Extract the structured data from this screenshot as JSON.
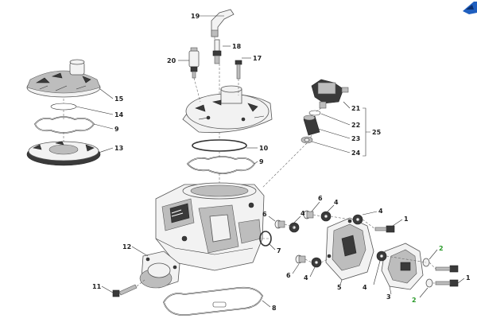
{
  "callouts": [
    {
      "id": "c19",
      "label": "19",
      "highlight": false
    },
    {
      "id": "c18",
      "label": "18",
      "highlight": false
    },
    {
      "id": "c17",
      "label": "17",
      "highlight": false
    },
    {
      "id": "c20",
      "label": "20",
      "highlight": false
    },
    {
      "id": "c15",
      "label": "15",
      "highlight": false
    },
    {
      "id": "c14",
      "label": "14",
      "highlight": false
    },
    {
      "id": "c9a",
      "label": "9",
      "highlight": false
    },
    {
      "id": "c13",
      "label": "13",
      "highlight": false
    },
    {
      "id": "c10",
      "label": "10",
      "highlight": false
    },
    {
      "id": "c9b",
      "label": "9",
      "highlight": false
    },
    {
      "id": "c21",
      "label": "21",
      "highlight": false
    },
    {
      "id": "c22",
      "label": "22",
      "highlight": false
    },
    {
      "id": "c23",
      "label": "23",
      "highlight": false
    },
    {
      "id": "c24",
      "label": "24",
      "highlight": false
    },
    {
      "id": "c25",
      "label": "25",
      "highlight": false
    },
    {
      "id": "c6a",
      "label": "6",
      "highlight": false
    },
    {
      "id": "c4a",
      "label": "4",
      "highlight": false
    },
    {
      "id": "c6b",
      "label": "6",
      "highlight": false
    },
    {
      "id": "c4b",
      "label": "4",
      "highlight": false
    },
    {
      "id": "c4c",
      "label": "4",
      "highlight": false
    },
    {
      "id": "c1a",
      "label": "1",
      "highlight": false
    },
    {
      "id": "c7",
      "label": "7",
      "highlight": false
    },
    {
      "id": "c12",
      "label": "12",
      "highlight": false
    },
    {
      "id": "c2a",
      "label": "2",
      "highlight": true
    },
    {
      "id": "c6c",
      "label": "6",
      "highlight": false
    },
    {
      "id": "c4d",
      "label": "4",
      "highlight": false
    },
    {
      "id": "c5",
      "label": "5",
      "highlight": false
    },
    {
      "id": "c4e",
      "label": "4",
      "highlight": false
    },
    {
      "id": "c1b",
      "label": "1",
      "highlight": false
    },
    {
      "id": "c11",
      "label": "11",
      "highlight": false
    },
    {
      "id": "c3",
      "label": "3",
      "highlight": false
    },
    {
      "id": "c2b",
      "label": "2",
      "highlight": true
    },
    {
      "id": "c8",
      "label": "8",
      "highlight": false
    }
  ],
  "colors": {
    "highlight": "#2a9a2a",
    "logo_blue": "#1f5fbf"
  },
  "icons": {
    "brand_logo": "brand-logo-icon"
  }
}
